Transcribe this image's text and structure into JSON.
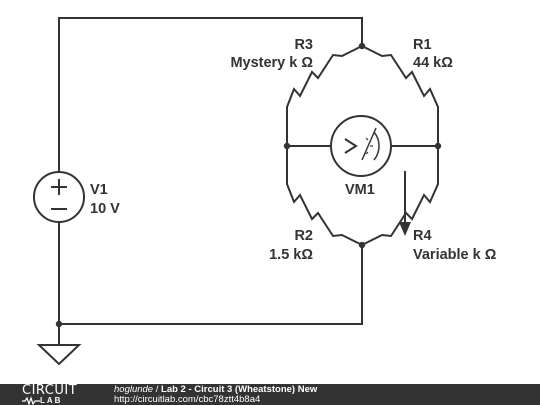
{
  "components": {
    "r3": {
      "name": "R3",
      "value": "Mystery k Ω"
    },
    "r1": {
      "name": "R1",
      "value": "44 kΩ"
    },
    "r2": {
      "name": "R2",
      "value": "1.5 kΩ"
    },
    "r4": {
      "name": "R4",
      "value": "Variable k Ω"
    },
    "v1": {
      "name": "V1",
      "value": "10 V"
    },
    "vm1": {
      "name": "VM1"
    }
  },
  "footer": {
    "logo_top": "CIRCUIT",
    "logo_bottom": "LAB",
    "author": "hoglunde",
    "separator": " / ",
    "title": "Lab 2 - Circuit 3 (Wheatstone) New",
    "url": "http://circuitlab.com/cbc78ztt4b8a4"
  },
  "colors": {
    "ink": "#333333",
    "background": "#ffffff",
    "footer_bg": "#333333"
  }
}
